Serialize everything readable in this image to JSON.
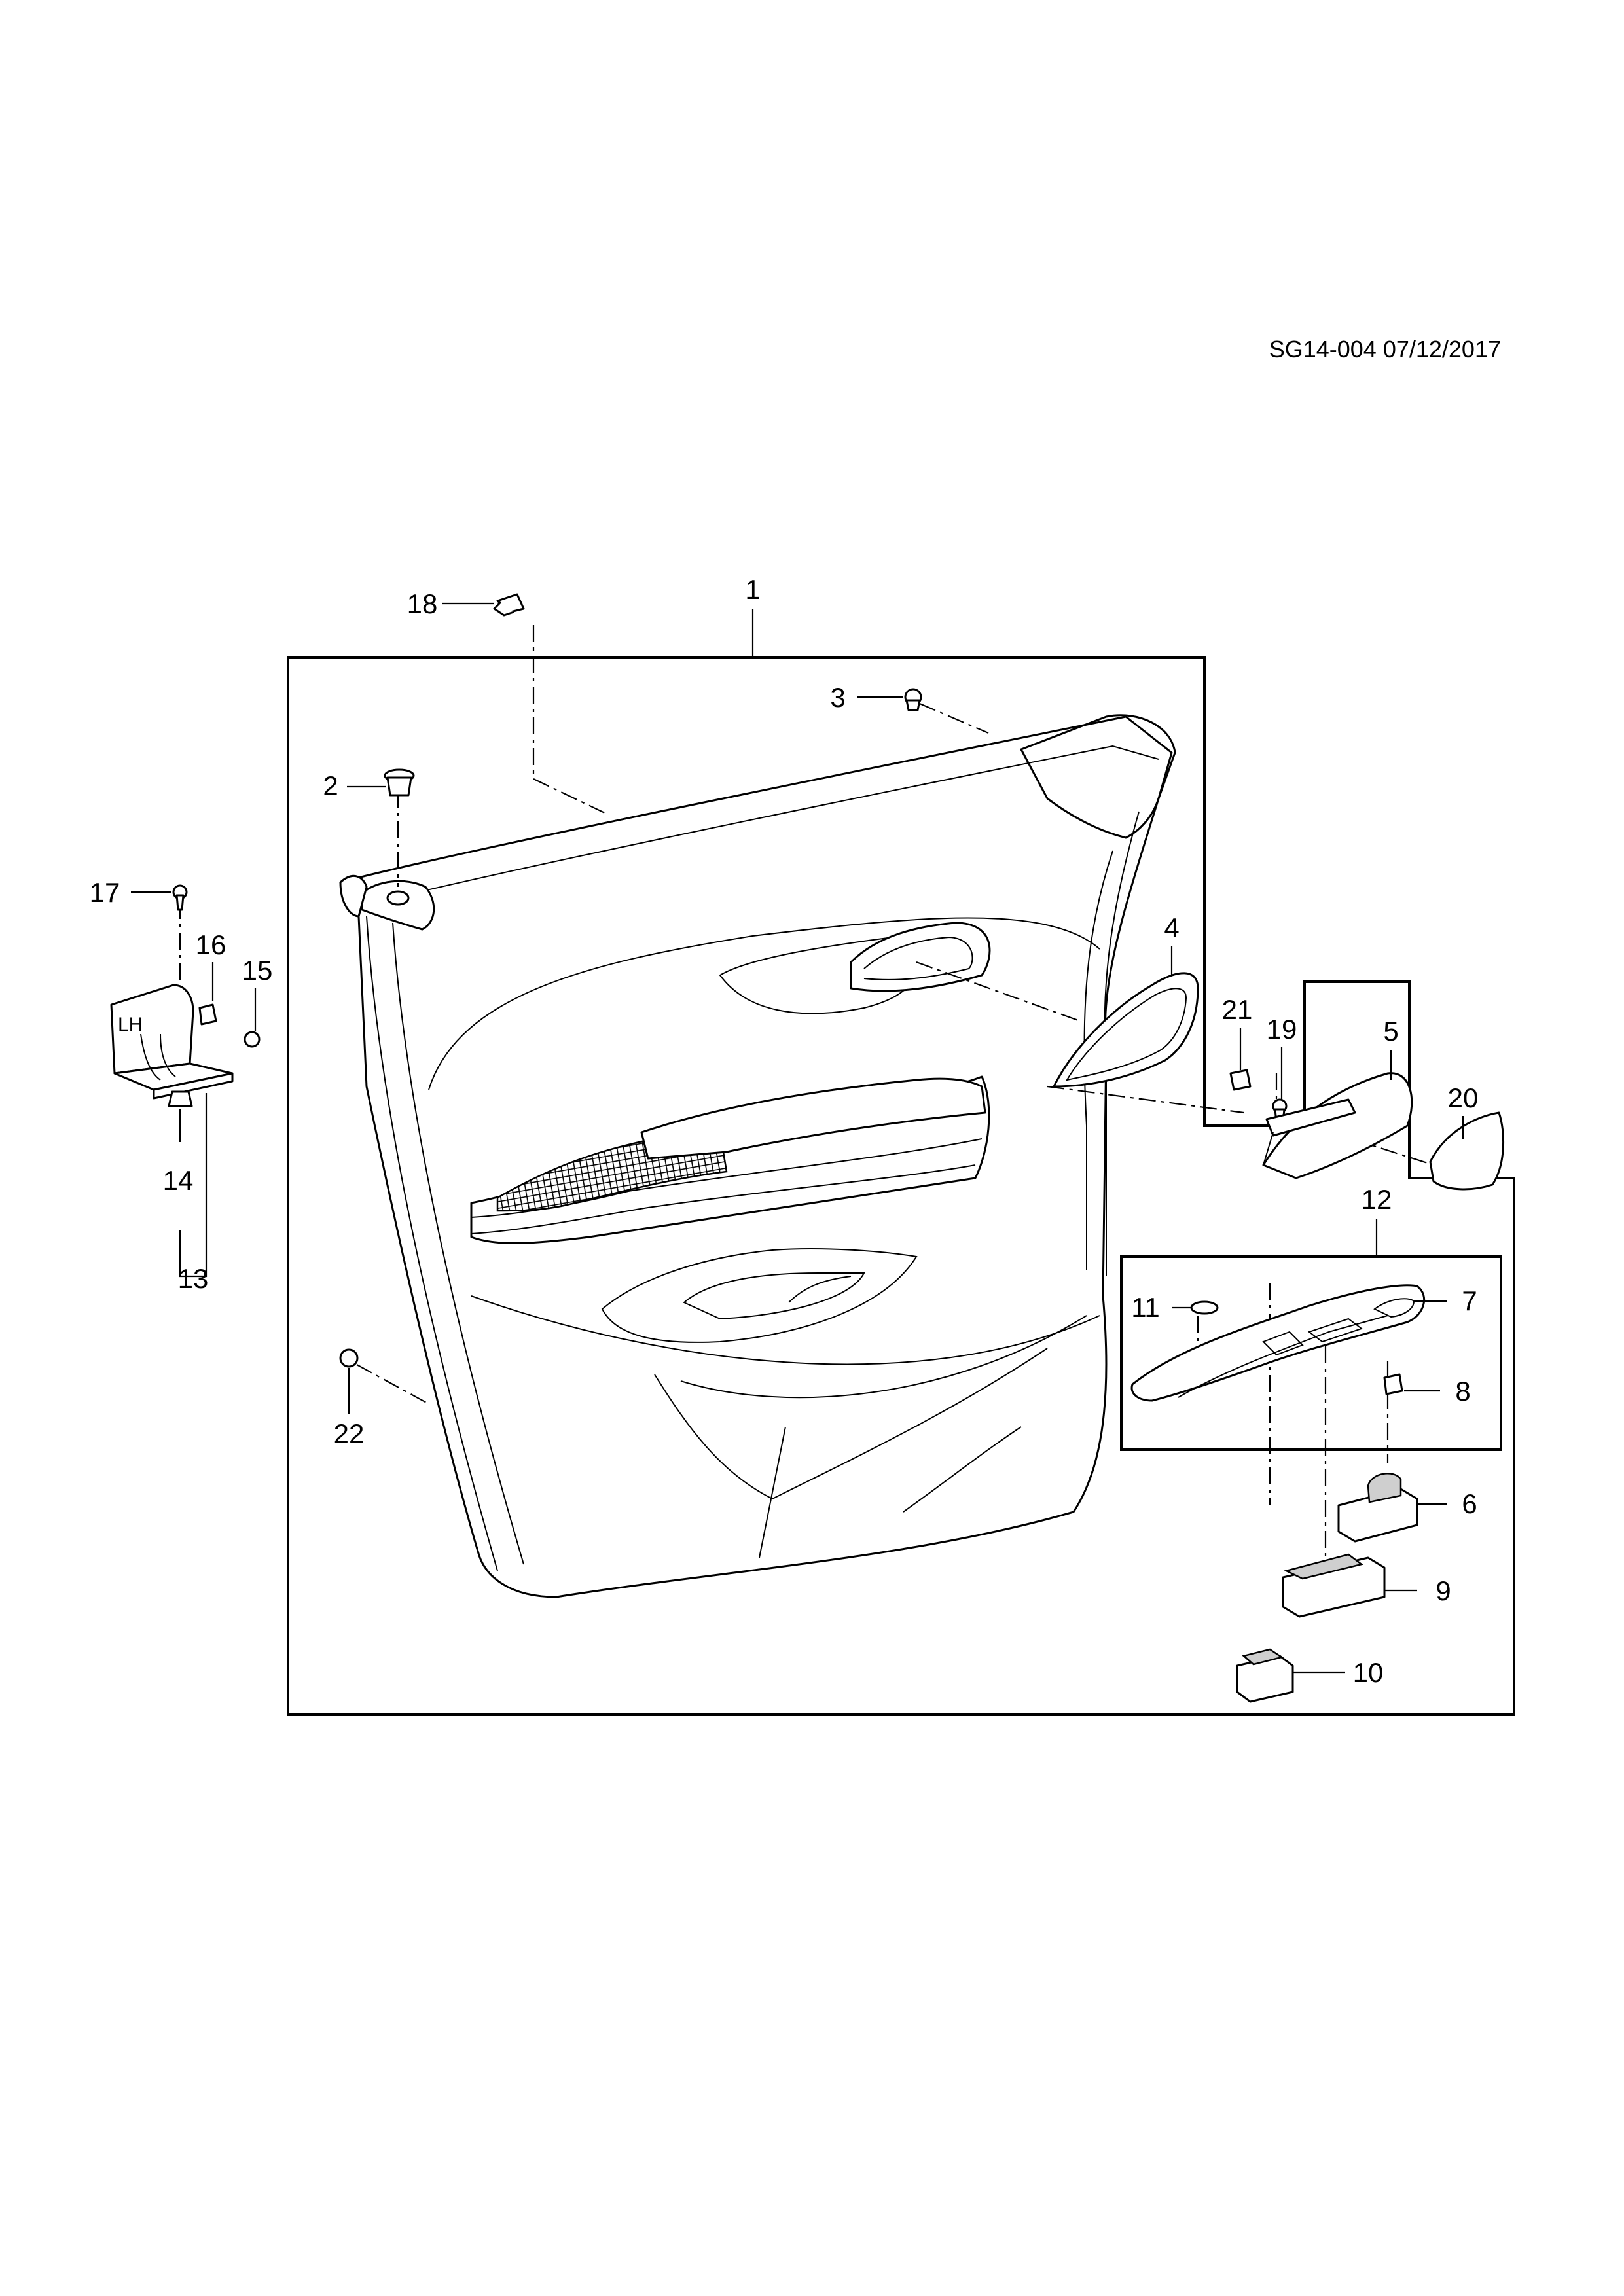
{
  "reference": "SG14-004 07/12/2017",
  "labels": {
    "p1": "1",
    "p2": "2",
    "p3": "3",
    "p4": "4",
    "p5": "5",
    "p6": "6",
    "p7": "7",
    "p8": "8",
    "p9": "9",
    "p10": "10",
    "p11": "11",
    "p12": "12",
    "p13": "13",
    "p14": "14",
    "p15": "15",
    "p16": "16",
    "p17": "17",
    "p18": "18",
    "p19": "19",
    "p20": "20",
    "p21": "21",
    "p22": "22"
  },
  "bracket_marking": "LH"
}
